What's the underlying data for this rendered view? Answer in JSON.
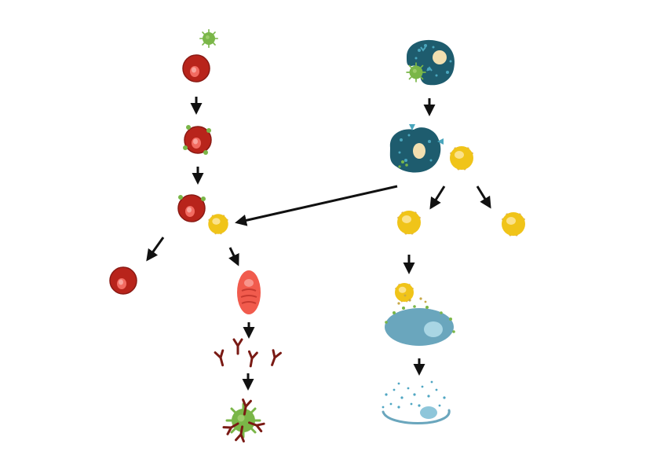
{
  "diagram": {
    "labels": [],
    "colors": {
      "background": "#ffffff",
      "b_cell": "#b8241b",
      "b_cell_dark": "#8a1a14",
      "b_cell_highlight": "#f26b61",
      "receptor": "#7a1a14",
      "virus": "#7ab648",
      "virus_dark": "#5f9a36",
      "helper_t": "#f0c419",
      "helper_t_light": "#fbe28a",
      "helper_t_receptor": "#d8b060",
      "macrophage": "#1e5c6e",
      "macrophage_spots": "#4aa6bd",
      "nucleus": "#f2dfb0",
      "plasma_cell": "#f15b4d",
      "plasma_stripe": "#c83a30",
      "infected_cell": "#6aa6bd",
      "infected_cell_light": "#a9d6e4",
      "debris": "#4fa6c2",
      "arrow": "#111111"
    },
    "nodes": [
      {
        "id": "virus-1",
        "kind": "virus"
      },
      {
        "id": "b-cell-naive",
        "kind": "b-cell"
      },
      {
        "id": "b-cell-antigen-bound",
        "kind": "b-cell"
      },
      {
        "id": "b-cell-activated",
        "kind": "b-cell"
      },
      {
        "id": "helper-t-bound",
        "kind": "helper-t-cell"
      },
      {
        "id": "memory-b-cell",
        "kind": "b-cell"
      },
      {
        "id": "plasma-cell",
        "kind": "plasma-cell"
      },
      {
        "id": "antibodies",
        "kind": "antibody"
      },
      {
        "id": "neutralized-virus",
        "kind": "virus"
      },
      {
        "id": "macrophage-engulfing",
        "kind": "macrophage"
      },
      {
        "id": "macrophage-presenting",
        "kind": "macrophage"
      },
      {
        "id": "helper-t-presented",
        "kind": "helper-t-cell"
      },
      {
        "id": "helper-t-active",
        "kind": "helper-t-cell"
      },
      {
        "id": "memory-t-cell",
        "kind": "helper-t-cell"
      },
      {
        "id": "t-cell-attacking",
        "kind": "t-cell"
      },
      {
        "id": "infected-cell",
        "kind": "infected-cell"
      },
      {
        "id": "lysed-cell",
        "kind": "lysed-cell"
      }
    ]
  }
}
